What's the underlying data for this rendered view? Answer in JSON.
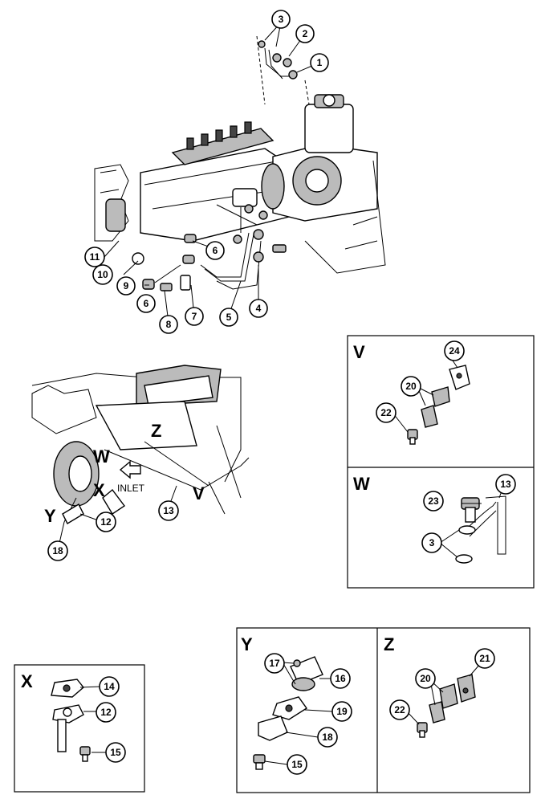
{
  "labels": {
    "inlet": "INLET",
    "view_v": "V",
    "view_w": "W",
    "view_x": "X",
    "view_y": "Y",
    "view_z": "Z"
  },
  "callouts": {
    "c1": "1",
    "c2": "2",
    "c3": "3",
    "c4": "4",
    "c5": "5",
    "c6a": "6",
    "c6b": "6",
    "c7": "7",
    "c8": "8",
    "c9": "9",
    "c10": "10",
    "c11": "11",
    "c12": "12",
    "c13": "13",
    "c18": "18",
    "v24": "24",
    "v20": "20",
    "v22": "22",
    "w23": "23",
    "w13": "13",
    "w3": "3",
    "x14": "14",
    "x12": "12",
    "x15": "15",
    "y17": "17",
    "y16": "16",
    "y19": "19",
    "y18": "18",
    "y15": "15",
    "z21": "21",
    "z20": "20",
    "z22": "22"
  }
}
